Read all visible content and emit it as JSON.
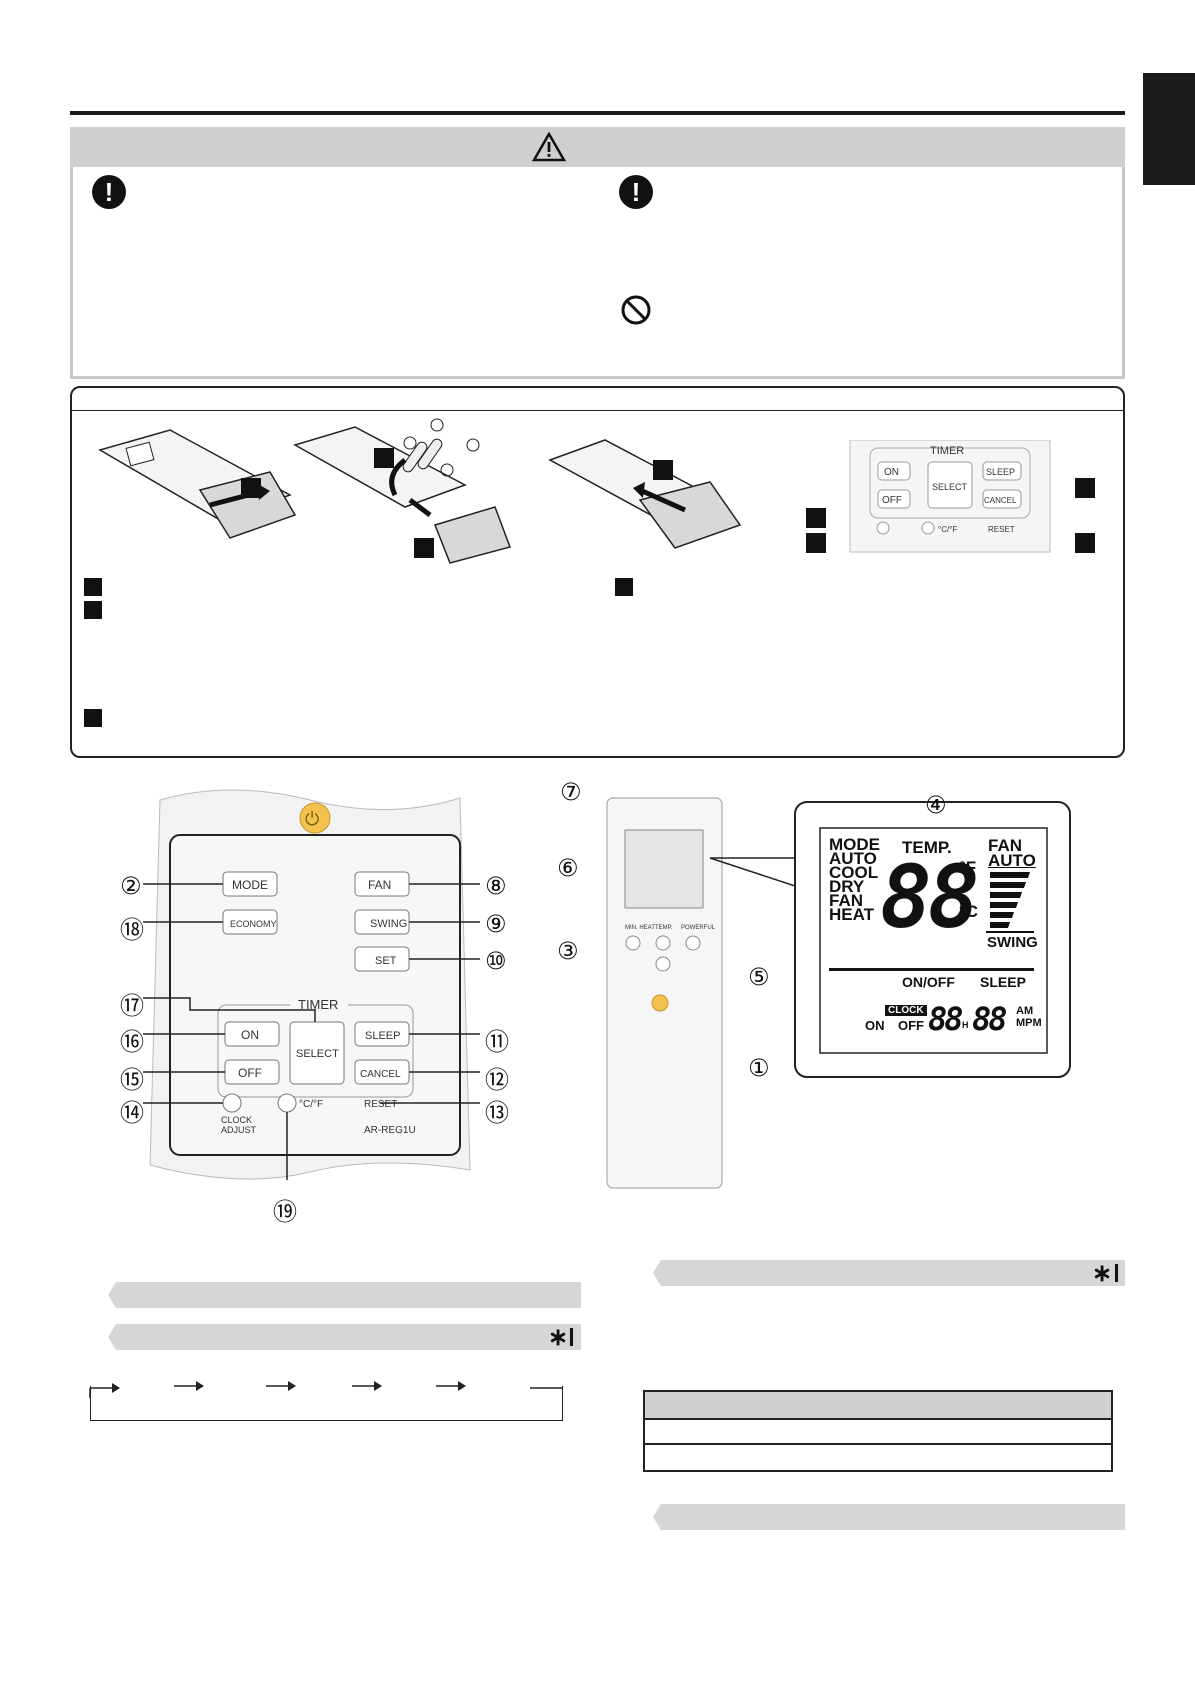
{
  "remote": {
    "buttons": {
      "mode": "MODE",
      "fan": "FAN",
      "economy": "ECONOMY",
      "swing": "SWING",
      "set": "SET",
      "timer": "TIMER",
      "on": "ON",
      "off": "OFF",
      "sleep": "SLEEP",
      "cancel": "CANCEL",
      "select": "SELECT",
      "clock_adjust_1": "CLOCK",
      "clock_adjust_2": "ADJUST",
      "temp_unit": "°C/°F",
      "reset": "RESET",
      "model": "AR-REG1U"
    },
    "callouts": [
      "①",
      "②",
      "③",
      "④",
      "⑤",
      "⑥",
      "⑦",
      "⑧",
      "⑨",
      "⑩",
      "⑪",
      "⑫",
      "⑬",
      "⑭",
      "⑮",
      "⑯",
      "⑰",
      "⑱",
      "⑲"
    ],
    "small_remote_labels": {
      "min_heat": "MIN. HEAT",
      "temp": "TEMP.",
      "powerful": "POWERFUL"
    }
  },
  "display": {
    "mode_title": "MODE",
    "modes": [
      "AUTO",
      "COOL",
      "DRY",
      "FAN",
      "HEAT"
    ],
    "temp_title": "TEMP.",
    "temp_digits": "88",
    "unit_f": "°F",
    "unit_c": "°C",
    "fan_title": "FAN",
    "fan_auto": "AUTO",
    "swing": "SWING",
    "on_off": "ON/OFF",
    "sleep": "SLEEP",
    "clock": "CLOCK",
    "on": "ON",
    "off": "OFF",
    "time_hours": "88",
    "h": "H",
    "time_minutes": "88",
    "am": "AM",
    "m": "M",
    "pm": "PM"
  },
  "marks": {
    "asterisk": "∗"
  },
  "colors": {
    "power_button": "#f2c14e",
    "gray_bar": "#d6d6d6",
    "caution_bar": "#cfcfcf",
    "dark": "#1a1a1a"
  }
}
